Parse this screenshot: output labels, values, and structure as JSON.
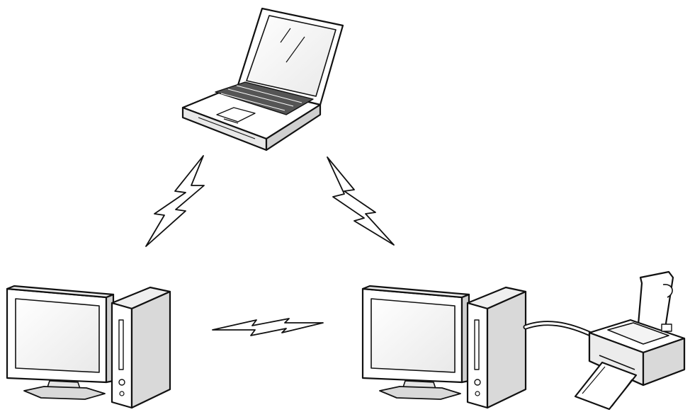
{
  "diagram": {
    "type": "ad-hoc-wireless-network",
    "nodes": [
      {
        "id": "laptop",
        "icon": "laptop-icon"
      },
      {
        "id": "desktop-left",
        "icon": "desktop-computer-icon"
      },
      {
        "id": "desktop-right",
        "icon": "desktop-computer-icon"
      },
      {
        "id": "printer",
        "icon": "printer-icon"
      }
    ],
    "links": [
      {
        "from": "laptop",
        "to": "desktop-left",
        "kind": "wireless",
        "icon": "lightning-bolt-icon"
      },
      {
        "from": "laptop",
        "to": "desktop-right",
        "kind": "wireless",
        "icon": "lightning-bolt-icon"
      },
      {
        "from": "desktop-left",
        "to": "desktop-right",
        "kind": "wireless",
        "icon": "lightning-bolt-icon"
      },
      {
        "from": "desktop-right",
        "to": "printer",
        "kind": "cable",
        "icon": "cable-icon"
      }
    ],
    "colors": {
      "stroke": "#111111",
      "screen": "#f4f4f4",
      "shade": "#d9d9d9",
      "background": "#ffffff"
    }
  }
}
